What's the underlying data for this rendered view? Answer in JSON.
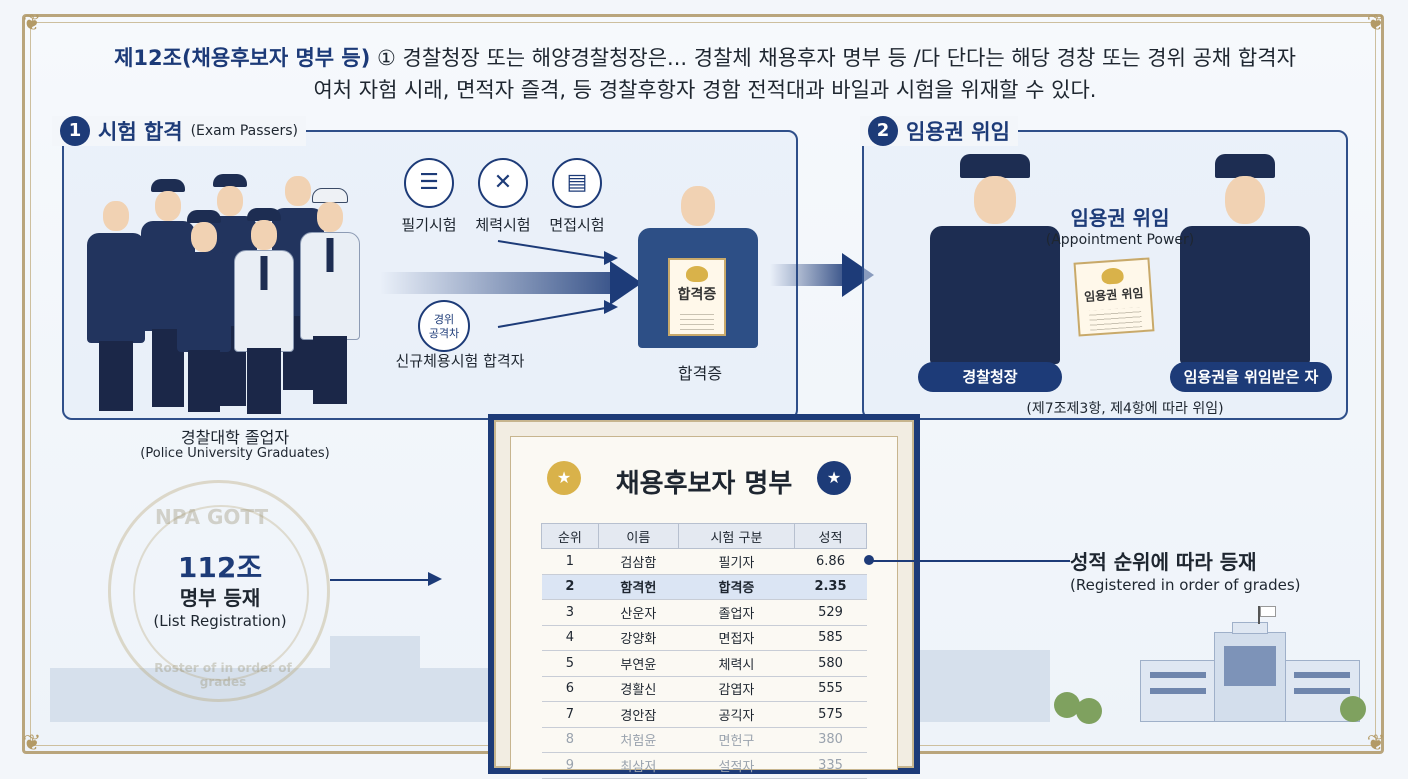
{
  "header": {
    "lead": "제12조(채용후보자 명부 등)",
    "line1_rest": "① 경찰청장 또는 해양경찰청장은... 경찰체 채용후자 명부 등  /다 단다는 해당 경창 또는 경위 공채 합격자",
    "line2": "여처 자험 시래, 면적자 즐격, 등 경찰후항자 경함 전적대과 바일과 시험을 위재할 수 있다."
  },
  "section1": {
    "num": "1",
    "title": "시험 합격",
    "subtitle": "(Exam Passers)",
    "graduates_ko": "경찰대학 졸업자",
    "graduates_en": "(Police University Graduates)",
    "exams": [
      {
        "label": "필기시험",
        "icon": "clipboard-icon"
      },
      {
        "label": "체력시험",
        "icon": "fitness-icon"
      },
      {
        "label": "면접시험",
        "icon": "interview-icon"
      }
    ],
    "lieutenant_icon_label": "경위\n공격차",
    "new_recruit_label": "신규체용시험 합격자",
    "certificate_text": "합격증",
    "certificate_caption": "합격증"
  },
  "section2": {
    "num": "2",
    "title": "임용권 위임",
    "center_title": "임용권 위임",
    "center_subtitle": "(Appointment Power)",
    "certificate_text": "임용권 위임",
    "left_pill": "경찰청장",
    "right_pill": "임용권을 위임받은 자",
    "note": "(제7조제3항, 제4항에 따라 위임)"
  },
  "section3": {
    "seal_number": "112조",
    "seal_ko": "명부 등재",
    "seal_en": "(List Registration)",
    "seal_ring_top": "NPA GOTT",
    "seal_ring_bottom": "Roster of in order of grades",
    "list_title": "채용후보자 명부",
    "columns": [
      "순위",
      "이름",
      "시험 구분",
      "성적"
    ],
    "rows": [
      [
        "1",
        "검삼함",
        "필기자",
        "6.86"
      ],
      [
        "2",
        "함격헌",
        "합격증",
        "2.35"
      ],
      [
        "3",
        "산운자",
        "졸업자",
        "529"
      ],
      [
        "4",
        "강양화",
        "면접자",
        "585"
      ],
      [
        "5",
        "부연윤",
        "체력시",
        "580"
      ],
      [
        "6",
        "경활신",
        "감엽자",
        "555"
      ],
      [
        "7",
        "경안잠",
        "공긱자",
        "575"
      ],
      [
        "8",
        "처험윤",
        "면헌구",
        "380"
      ],
      [
        "9",
        "최삼저",
        "설적자",
        "335"
      ]
    ],
    "grade_note_ko": "성적 순위에 따라 등재",
    "grade_note_en": "(Registered in order of grades)"
  },
  "colors": {
    "navy": "#1d3b78",
    "gold": "#b9a57c",
    "background": "#f3f6fa"
  }
}
